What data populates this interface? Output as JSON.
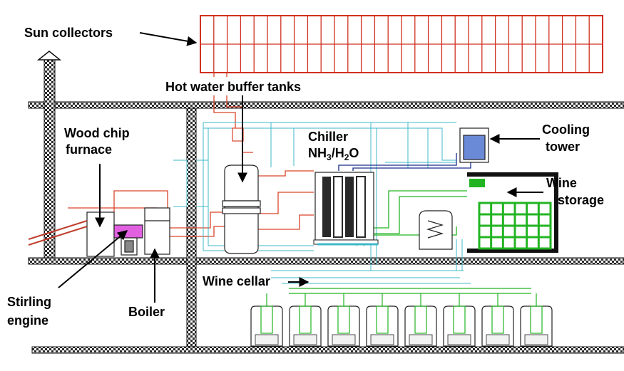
{
  "labels": {
    "sun_collectors": "Sun collectors",
    "hot_water_tanks": "Hot water buffer tanks",
    "wood_chip_line1": "Wood chip",
    "wood_chip_line2": "furnace",
    "chiller_line1": "Chiller",
    "chiller_nh": "NH",
    "chiller_sub3": "3",
    "chiller_h": "/H",
    "chiller_sub2": "2",
    "chiller_o": "O",
    "cooling_line1": "Cooling",
    "cooling_line2": "tower",
    "wine_storage_line1": "Wine",
    "wine_storage_line2": "storage",
    "wine_cellar": "Wine cellar",
    "stirling_line1": "Stirling",
    "stirling_line2": "engine",
    "boiler": "Boiler"
  },
  "colors": {
    "hot_pipe": "#d9442b",
    "cold_pipe": "#3fb8c9",
    "green_pipe": "#22b422",
    "navy_pipe": "#1a2c8c",
    "collector": "#d03020",
    "structure": "#1a1a1a",
    "equipment": "#222222"
  }
}
